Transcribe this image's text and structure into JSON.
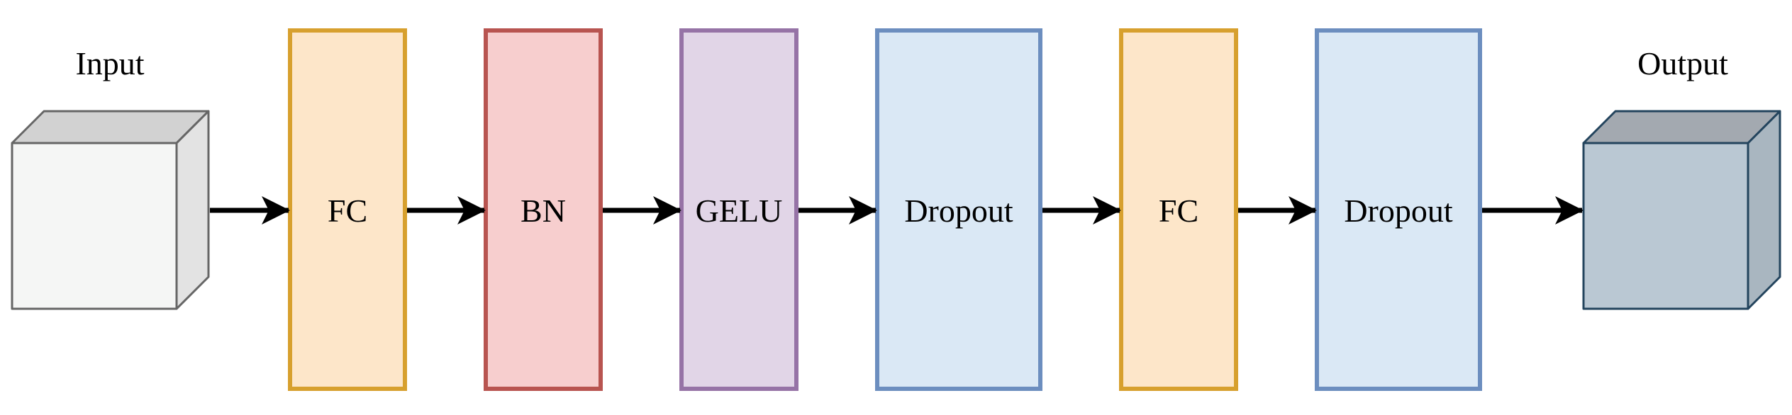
{
  "input": {
    "label": "Input"
  },
  "output": {
    "label": "Output"
  },
  "layers": [
    {
      "label": "FC",
      "fill": "#fde6c9",
      "stroke": "#d7a02e"
    },
    {
      "label": "BN",
      "fill": "#f7cece",
      "stroke": "#b85450"
    },
    {
      "label": "GELU",
      "fill": "#e1d5e7",
      "stroke": "#9673a6"
    },
    {
      "label": "Dropout",
      "fill": "#dae8f5",
      "stroke": "#6c8ebf"
    },
    {
      "label": "FC",
      "fill": "#fde6c9",
      "stroke": "#d7a02e"
    },
    {
      "label": "Dropout",
      "fill": "#dae8f5",
      "stroke": "#6c8ebf"
    }
  ],
  "colors": {
    "input_cube_front": "#f5f6f5",
    "input_cube_top": "#d2d2d2",
    "input_cube_side": "#e3e3e3",
    "input_cube_stroke": "#666666",
    "output_cube_front": "#bac8d3",
    "output_cube_top": "#a3a9b0",
    "output_cube_side": "#a9b6c0",
    "output_cube_stroke": "#23445d",
    "arrow": "#000000"
  }
}
